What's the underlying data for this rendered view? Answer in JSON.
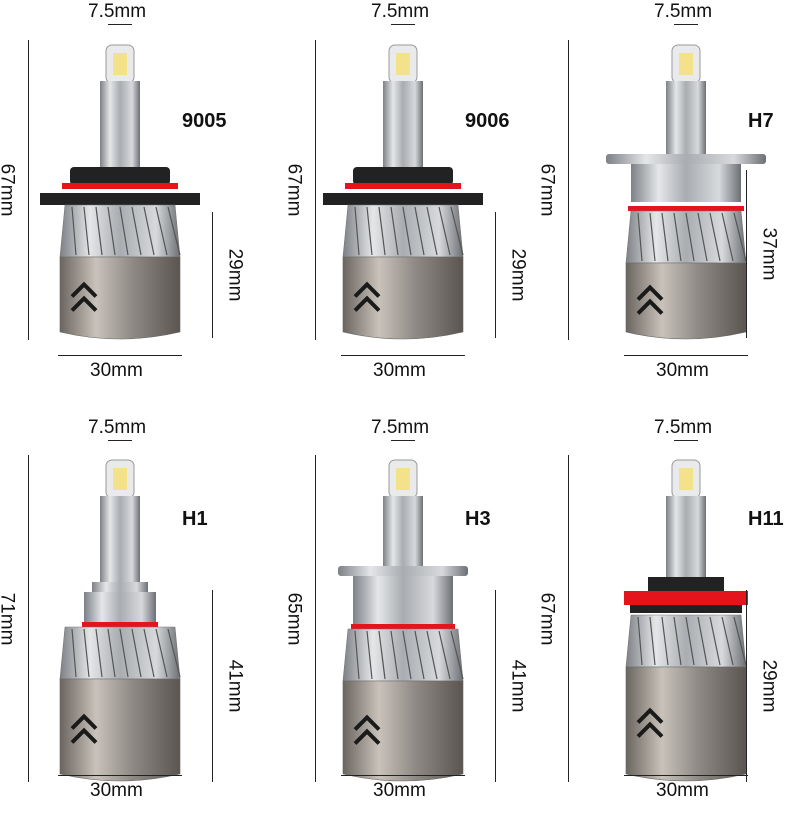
{
  "bulbs": [
    {
      "model": "9005",
      "top": "7.5mm",
      "height": "67mm",
      "lower": "29mm",
      "width": "30mm",
      "collar": "9005"
    },
    {
      "model": "9006",
      "top": "7.5mm",
      "height": "67mm",
      "lower": "29mm",
      "width": "30mm",
      "collar": "9006"
    },
    {
      "model": "H7",
      "top": "7.5mm",
      "height": "67mm",
      "lower": "37mm",
      "width": "30mm",
      "collar": "H7"
    },
    {
      "model": "H1",
      "top": "7.5mm",
      "height": "71mm",
      "lower": "41mm",
      "width": "30mm",
      "collar": "H1"
    },
    {
      "model": "H3",
      "top": "7.5mm",
      "height": "65mm",
      "lower": "41mm",
      "width": "30mm",
      "collar": "H3"
    },
    {
      "model": "H11",
      "top": "7.5mm",
      "height": "67mm",
      "lower": "29mm",
      "width": "30mm",
      "collar": "H11"
    }
  ],
  "colors": {
    "ring": "#e3141c",
    "metal": "#b9bcc0",
    "dark": "#2a2a2a",
    "led": "#f4e28a"
  }
}
